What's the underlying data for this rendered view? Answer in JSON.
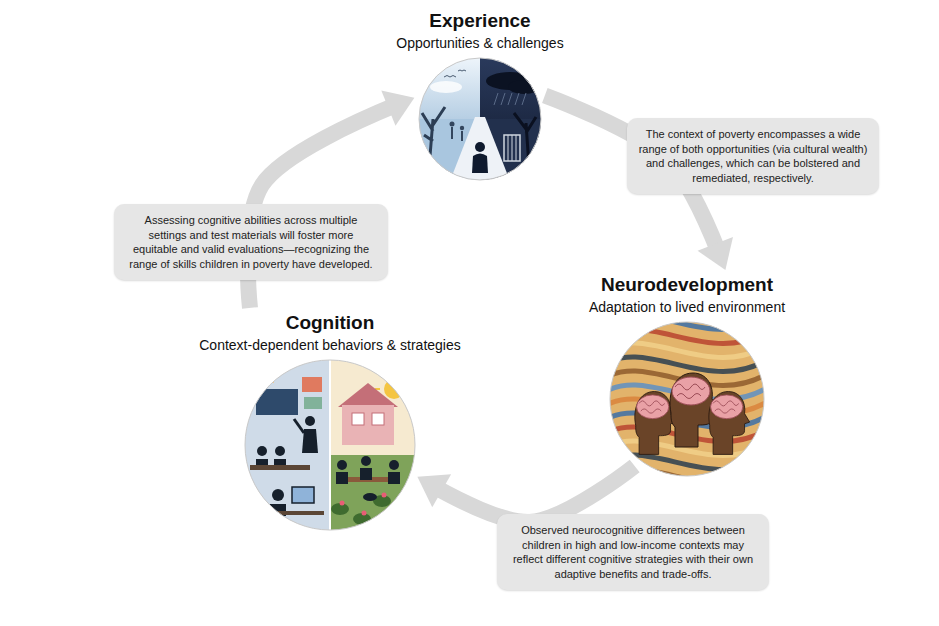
{
  "diagram": {
    "nodes": [
      {
        "text": [
          "Experience",
          "Opportunities & challenges"
        ]
      },
      {
        "text": [
          "The context of poverty encompasses a wide range of both opportunities (via cultural wealth) and challenges, which can be bolstered and remediated, respectively."
        ]
      },
      {
        "text": [
          "Neurodevelopment",
          "Adaptation to lived environment"
        ]
      },
      {
        "text": [
          "Observed neurocognitive differences between children in high and low-income contexts may reflect different cognitive strategies with their own adaptive benefits and trade-offs."
        ]
      },
      {
        "text": [
          "Cognition",
          "Context-dependent behaviors & strategies"
        ]
      },
      {
        "text": [
          "Assessing cognitive abilities across multiple settings and test materials will foster more equitable and valid evaluations—recognizing the range of skills children in poverty have developed."
        ]
      }
    ],
    "edges": [
      {
        "from": 0,
        "to": 2,
        "arrow": "to"
      },
      {
        "from": 2,
        "to": 4,
        "arrow": "to"
      },
      {
        "from": 4,
        "to": 0,
        "arrow": "to"
      }
    ]
  }
}
